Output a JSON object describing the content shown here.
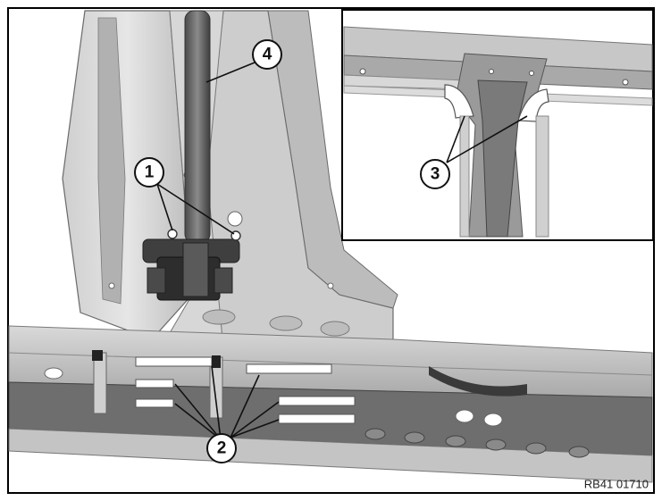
{
  "figure": {
    "callouts": [
      {
        "label": "1"
      },
      {
        "label": "2"
      },
      {
        "label": "3"
      },
      {
        "label": "4"
      }
    ],
    "reference_code": "RB41 01710"
  },
  "colors": {
    "frame": "#000000",
    "metal_light": "#d8d8d8",
    "metal_mid": "#b9b9b9",
    "metal_dark": "#6e6e6e",
    "bracket": "#3c3c3c"
  }
}
